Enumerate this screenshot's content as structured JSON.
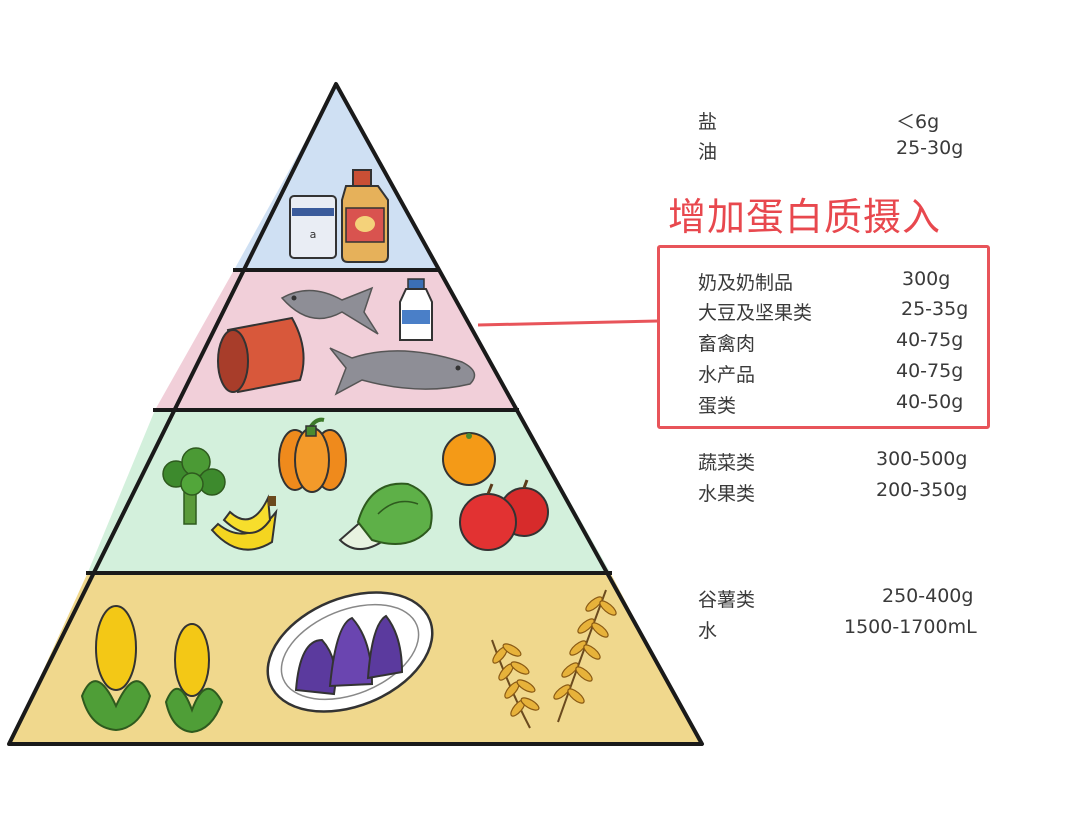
{
  "tier1": [
    {
      "name": "盐",
      "amount": "＜6g"
    },
    {
      "name": "油",
      "amount": "25-30g"
    }
  ],
  "highlight": {
    "title": "增加蛋白质摄入",
    "color": "#e8484e",
    "items": [
      {
        "name": "奶及奶制品",
        "amount": "300g"
      },
      {
        "name": "大豆及坚果类",
        "amount": "25-35g"
      },
      {
        "name": "畜禽肉",
        "amount": "40-75g"
      },
      {
        "name": "水产品",
        "amount": "40-75g"
      },
      {
        "name": "蛋类",
        "amount": "40-50g"
      }
    ]
  },
  "tier3": [
    {
      "name": "蔬菜类",
      "amount": "300-500g"
    },
    {
      "name": "水果类",
      "amount": "200-350g"
    }
  ],
  "tier4": [
    {
      "name": "谷薯类",
      "amount": "250-400g"
    },
    {
      "name": "水",
      "amount": "1500-1700mL"
    }
  ],
  "colors": {
    "tier1": "#cfe0f3",
    "tier2": "#f1cfd9",
    "tier3": "#d3f0dc",
    "tier4": "#f0d88d"
  },
  "icons": [
    "salt-bag-icon",
    "oil-bottle-icon",
    "ham-icon",
    "fish-icon",
    "milk-bottle-icon",
    "broccoli-icon",
    "pumpkin-icon",
    "orange-icon",
    "banana-icon",
    "cabbage-icon",
    "apple-icon",
    "corn-icon",
    "purple-sweet-potato-icon",
    "wheat-icon"
  ]
}
